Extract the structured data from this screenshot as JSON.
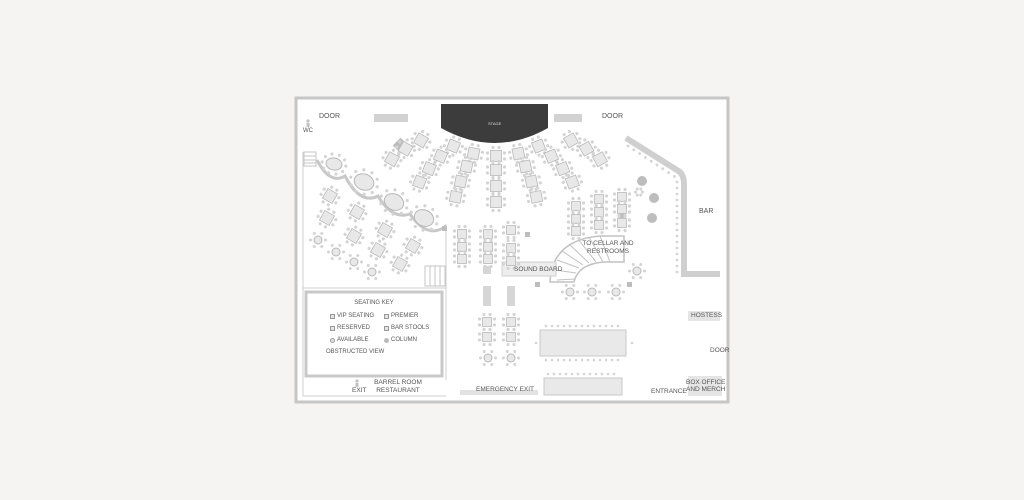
{
  "labels": {
    "door_top_left": "DOOR",
    "door_top_right": "DOOR",
    "wc": "WC",
    "stage": "STAGE",
    "bar": "BAR",
    "to_cellar": "TO CELLAR AND\nRESTROOMS",
    "sound_board": "SOUND BOARD",
    "hostess": "HOSTESS",
    "door_right": "DOOR",
    "box_office": "BOX OFFICE\nAND MERCH",
    "entrance": "ENTRANCE",
    "emergency_exit": "EMERGENCY EXIT",
    "barrel_room": "BARREL ROOM\nRESTAURANT",
    "exit": "EXIT"
  },
  "seating_key": {
    "title": "SEATING KEY",
    "items": {
      "vip": "VIP SEATING",
      "premier": "PREMIER",
      "reserved": "RESERVED",
      "bar_stools": "BAR STOOLS",
      "available": "AVAILABLE",
      "column": "COLUMN",
      "obstructed": "OBSTRUCTED VIEW"
    }
  },
  "colors": {
    "border": "#c4c4c4",
    "stage": "#3c3c3c",
    "table_fill": "#e8e8e8",
    "seat": "#d4d4d4",
    "column": "#bdbdbd"
  }
}
